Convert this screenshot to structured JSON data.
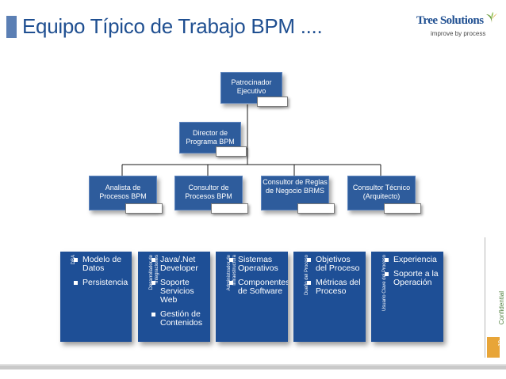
{
  "header": {
    "title": "Equipo Típico de Trabajo BPM  ....",
    "accent_color": "#5b7fb4",
    "title_color": "#1f4f91"
  },
  "logo": {
    "name": "Tree Solutions",
    "tagline": "improve by process",
    "icon": "leaf-icon"
  },
  "org_chart": {
    "root": "Patrocinador Ejecutivo",
    "level2": "Director  de Programa BPM",
    "level3": [
      "Analista de Procesos BPM",
      "Consultor de Procesos BPM",
      "Consultor de Reglas de Negocio BRMS",
      "Consultor Técnico (Arquitecto)"
    ],
    "node_color": "#2e5c9c"
  },
  "role_cards": [
    {
      "role": "DBA",
      "items": [
        "Modelo de Datos",
        "Persistencia"
      ]
    },
    {
      "role": "Desarrollador de Integraciones",
      "items": [
        "Java/.Net Developer",
        "Soporte Servicios Web",
        "Gestión de Contenidos"
      ]
    },
    {
      "role": "Administrador de Infraestructura",
      "items": [
        "Sistemas Operativos",
        "Componentes de Software"
      ]
    },
    {
      "role": "Dueño del Proceso",
      "items": [
        "Objetivos del Proceso",
        "Métricas del Proceso"
      ]
    },
    {
      "role": "Usuario Clave del Proceso",
      "items": [
        "Experiencia",
        "Soporte a la Operación"
      ]
    }
  ],
  "sidebar": {
    "confidential": "Confidential",
    "page_number": "19",
    "confidential_color": "#4d7c3a",
    "page_color": "#e8a538"
  }
}
